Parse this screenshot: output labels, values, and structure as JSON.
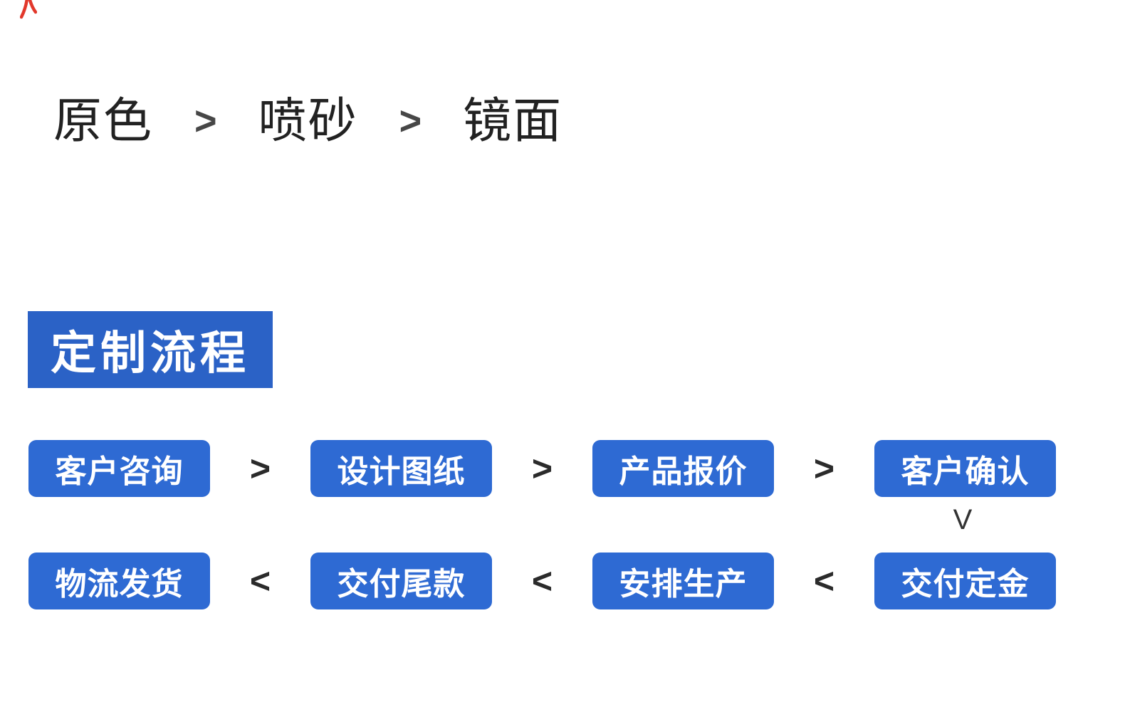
{
  "canvas": {
    "background": "#ffffff"
  },
  "decoration": {
    "red_fragment_icon": "red-glyph-fragment",
    "red_fragment_color": "#e2382b"
  },
  "finish_row": {
    "items": [
      "原色",
      "喷砂",
      "镜面"
    ],
    "separator": ">",
    "text_color": "#222222"
  },
  "section_header": {
    "label": "定制流程",
    "background": "#2b62c6",
    "text_color": "#ffffff"
  },
  "flow": {
    "box_background": "#2e6ad3",
    "box_text_color": "#ffffff",
    "separator_color": "#2b2b2b",
    "row1": {
      "separator": ">",
      "steps": [
        "客户咨询",
        "设计图纸",
        "产品报价",
        "客户确认"
      ]
    },
    "connector": "V",
    "row2": {
      "separator": "<",
      "steps": [
        "物流发货",
        "交付尾款",
        "安排生产",
        "交付定金"
      ]
    }
  }
}
